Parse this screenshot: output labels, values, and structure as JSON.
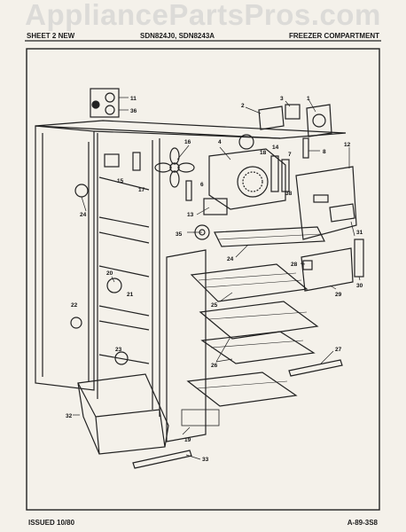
{
  "watermark": "AppliancePartsPros.com",
  "header": {
    "left": "SHEET 2 NEW",
    "center": "SDN824J0, SDN8243A",
    "right": "FREEZER COMPARTMENT"
  },
  "footer": {
    "left": "ISSUED 10/80",
    "right": "A-89-3S8"
  },
  "callouts": {
    "c1": "1",
    "c2": "2",
    "c3": "3",
    "c4": "4",
    "c6": "6",
    "c7": "7",
    "c8": "8",
    "c11": "11",
    "c12": "12",
    "c13": "13",
    "c14": "14",
    "c15": "15",
    "c16": "16",
    "c17": "17",
    "c18": "18",
    "c19": "19",
    "c20": "20",
    "c21": "21",
    "c22": "22",
    "c23": "23",
    "c24a": "24",
    "c24b": "24",
    "c25": "25",
    "c26": "26",
    "c27": "27",
    "c28": "28",
    "c29": "29",
    "c30": "30",
    "c31": "31",
    "c32": "32",
    "c33": "33",
    "c35": "35",
    "c36": "36",
    "c38": "38"
  }
}
